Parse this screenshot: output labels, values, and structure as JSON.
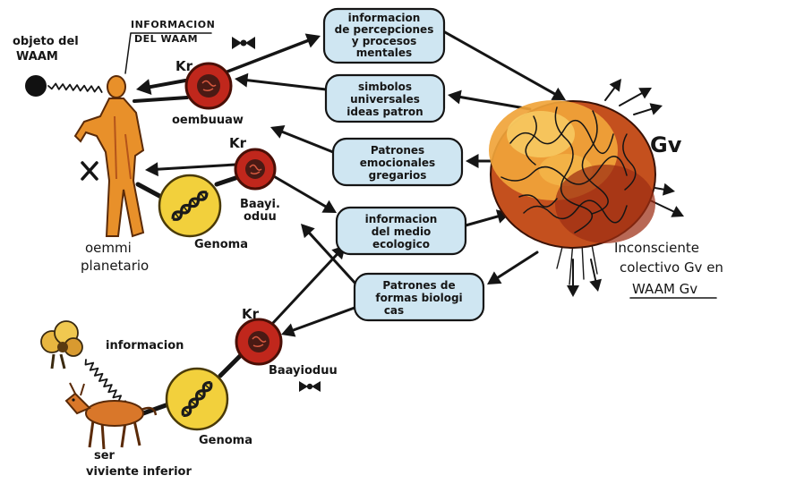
{
  "labels": {
    "objeto": [
      "objeto del",
      "WAAM"
    ],
    "informacion_waam": [
      "INFORMACION",
      "DEL WAAM"
    ],
    "kr": "Kr",
    "oembuuaw": "oembuuaw",
    "baayi_oduu": [
      "Baayi.",
      "oduu"
    ],
    "genoma": "Genoma",
    "oemmi": [
      "oemmi",
      "planetario"
    ],
    "gv": "Gv",
    "inconsciente": [
      "Inconsciente",
      "colectivo Gv en",
      "WAAM Gv"
    ],
    "informacion_lower": "informacion",
    "baayioduu": "Baayioduu",
    "ser": [
      "ser",
      "viviente inferior"
    ]
  },
  "boxes": [
    {
      "lines": [
        "informacion",
        "de percepciones",
        "y procesos",
        "mentales"
      ]
    },
    {
      "lines": [
        "simbolos",
        "universales",
        "ideas patron"
      ]
    },
    {
      "lines": [
        "Patrones",
        "emocionales",
        "gregarios"
      ]
    },
    {
      "lines": [
        "informacion",
        "del medio",
        "ecologico"
      ]
    },
    {
      "lines": [
        "Patrones de",
        "formas biologi",
        "cas"
      ]
    }
  ],
  "colors": {
    "box_fill": "#cfe6f2",
    "brain_orange": "#f0a43a",
    "brain_red": "#b8401a",
    "kr_red": "#c0271c",
    "genoma_yellow": "#f2d03c",
    "figure_orange": "#e8902a"
  }
}
